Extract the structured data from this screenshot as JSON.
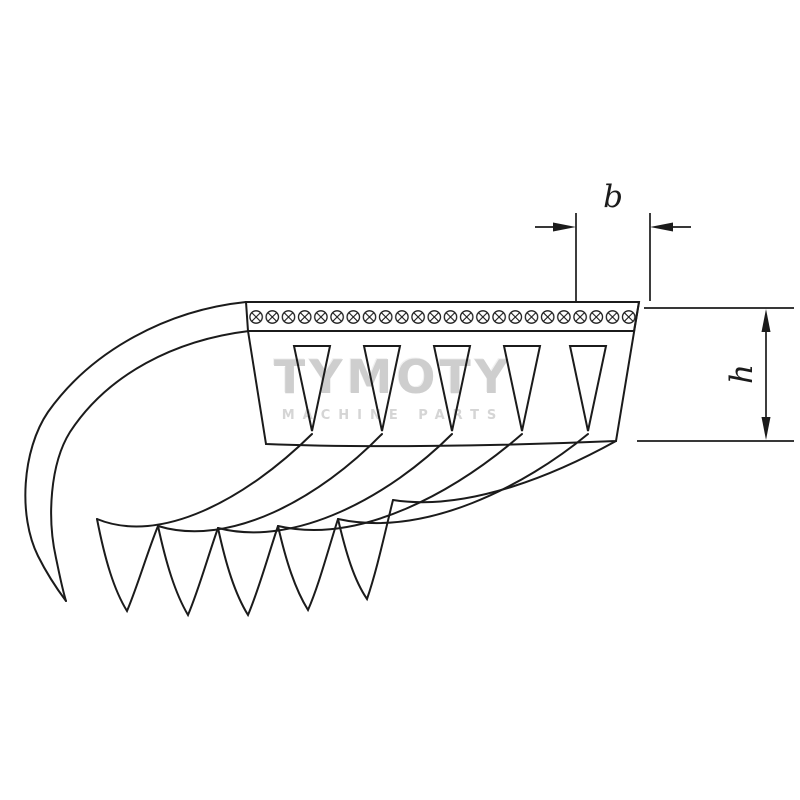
{
  "diagram": {
    "dimension_labels": {
      "belt_pitch_width": "b",
      "belt_height": "h"
    },
    "watermark": {
      "brand": "TYMOTY",
      "tagline": "MACHINE PARTS"
    },
    "colors": {
      "line": "#1b1b1b",
      "background": "#ffffff",
      "watermark_text": "#c6c6c6"
    }
  }
}
